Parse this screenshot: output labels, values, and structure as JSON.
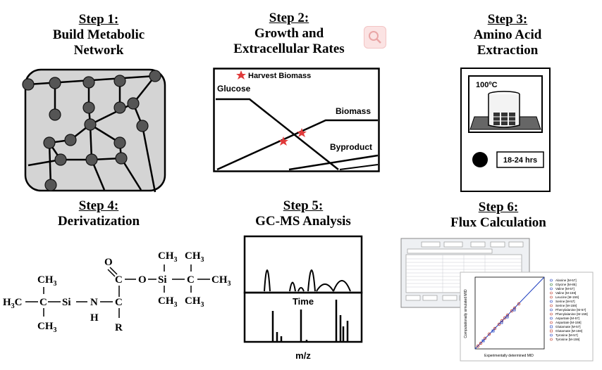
{
  "steps": [
    {
      "num": "Step 1:",
      "title": [
        "Build Metabolic",
        "Network"
      ]
    },
    {
      "num": "Step 2:",
      "title": [
        "Growth and",
        "Extracellular Rates"
      ]
    },
    {
      "num": "Step 3:",
      "title": [
        "Amino Acid",
        "Extraction"
      ]
    },
    {
      "num": "Step 4:",
      "title": [
        "Derivatization"
      ]
    },
    {
      "num": "Step 5:",
      "title": [
        "GC-MS Analysis"
      ]
    },
    {
      "num": "Step 6:",
      "title": [
        "Flux Calculation"
      ]
    }
  ],
  "growth": {
    "legend": "Harvest Biomass",
    "glucose": "Glucose",
    "biomass": "Biomass",
    "byproduct": "Byproduct"
  },
  "extraction": {
    "temp": "100",
    "temp_sup": "o",
    "temp_unit": "C",
    "time": "18-24 hrs"
  },
  "gcms": {
    "time_label": "Time",
    "mz_label": "m/z"
  },
  "chem": {
    "ch3": "CH",
    "sub3": "3",
    "h3c": "H",
    "c": "C",
    "si": "Si",
    "n": "N",
    "h": "H",
    "o": "O",
    "r": "R"
  },
  "flux": {
    "xlabel": "Experimentally determined MID",
    "ylabel": "Computationally simulated MID",
    "legend": [
      "Alanine [M-57]",
      "Glycine [M-85]",
      "Valine [M-57]",
      "Valine [M-159]",
      "Leucine [M-159]",
      "Serine [M-57]",
      "Serine [M-159]",
      "Phenylalanine [M-57]",
      "Phenylalanine [M-159]",
      "Aspartate [M-57]",
      "Aspartate [M-159]",
      "Glutamate [M-57]",
      "Glutamate [M-159]",
      "Tyrosine [M-57]",
      "Tyrosine [M-159]"
    ],
    "accent": "#1f3fbf",
    "marker": "#c0392b"
  }
}
